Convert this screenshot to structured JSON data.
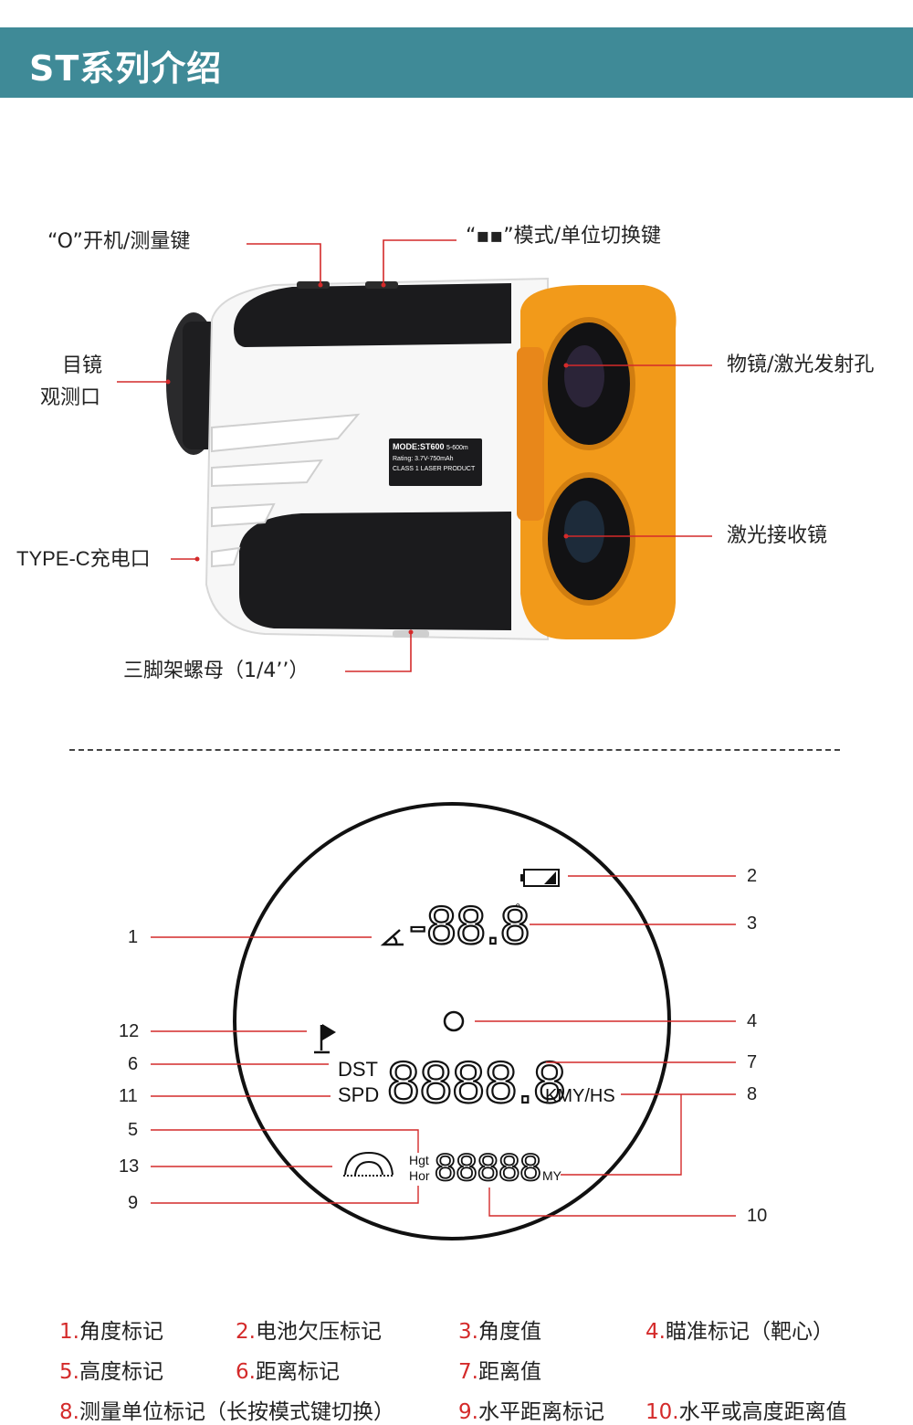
{
  "header": {
    "title": "ST系列介绍"
  },
  "device_labels": {
    "power_measure_key": "“O”开机/测量键",
    "mode_unit_key": "“▪▪”模式/单位切换键",
    "eyepiece_line1": "目镜",
    "eyepiece_line2": "观测口",
    "objective_laser": "物镜/激光发射孔",
    "laser_receiver": "激光接收镜",
    "typec_port": "TYPE-C充电口",
    "tripod_nut": "三脚架螺母（1/4’’）"
  },
  "device_plate": {
    "line1": "MODE:ST600",
    "line1b": "5-600m",
    "line2": "Rating: 3.7V-750mAh",
    "line3": "CLASS 1 LASER PRODUCT"
  },
  "display": {
    "angle_value": "-88.8",
    "degree": "°",
    "dst": "DST",
    "spd": "SPD",
    "distance_value": "8888.8",
    "units_main": "KMY/HS",
    "hgt": "Hgt",
    "hor": "Hor",
    "sub_value": "88888",
    "units_sub": "MY"
  },
  "callouts_left": [
    "1",
    "12",
    "6",
    "11",
    "5",
    "13",
    "9"
  ],
  "callouts_right": [
    "2",
    "3",
    "4",
    "7",
    "8",
    "10"
  ],
  "legend": [
    {
      "n": "1.",
      "t": "角度标记"
    },
    {
      "n": "2.",
      "t": "电池欠压标记"
    },
    {
      "n": "3.",
      "t": "角度值"
    },
    {
      "n": "4.",
      "t": "瞄准标记（靶心）"
    },
    {
      "n": "5.",
      "t": "高度标记"
    },
    {
      "n": "6.",
      "t": "距离标记"
    },
    {
      "n": "7.",
      "t": "距离值"
    },
    {
      "n": "8.",
      "t": "测量单位标记（长按模式键切换）"
    },
    {
      "n": "9.",
      "t": "水平距离标记"
    },
    {
      "n": "10.",
      "t": "水平或高度距离值"
    }
  ],
  "colors": {
    "header_bg": "#3f8a97",
    "accent_red": "#d42a2a",
    "device_orange": "#f29a1a",
    "device_black": "#1b1b1d"
  }
}
